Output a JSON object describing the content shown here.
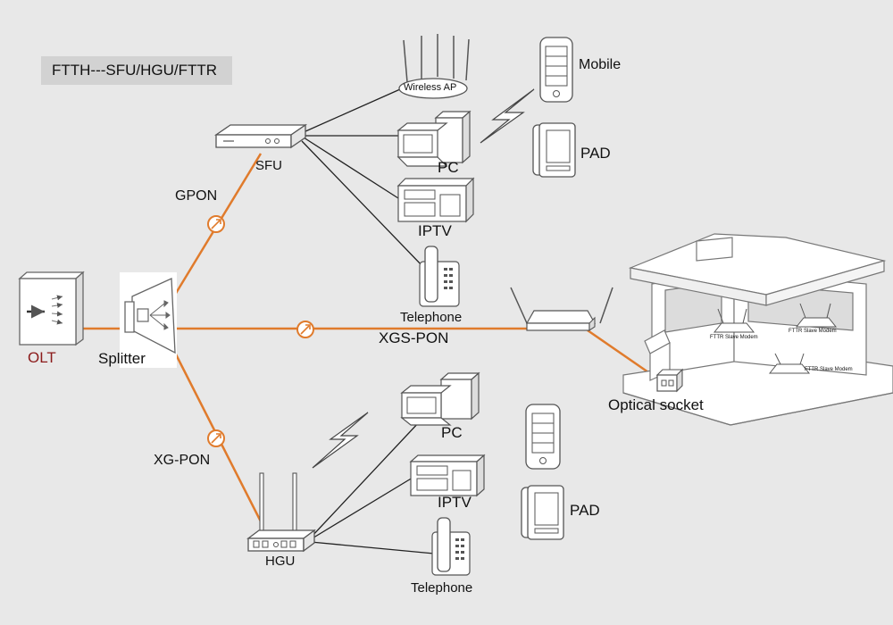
{
  "title": "FTTH---SFU/HGU/FTTR",
  "colors": {
    "background": "#e8e8e8",
    "fiber": "#e07b2c",
    "link": "#222222",
    "olt_label": "#8b1a1a",
    "device_fill": "#ffffff",
    "device_stroke": "#555555"
  },
  "nodes": {
    "olt": "OLT",
    "splitter": "Splitter",
    "sfu": "SFU",
    "hgu": "HGU",
    "wireless_ap": "Wireless AP",
    "pc_top": "PC",
    "iptv_top": "IPTV",
    "telephone_top": "Telephone",
    "mobile_top": "Mobile",
    "pad_top": "PAD",
    "pc_bottom": "PC",
    "iptv_bottom": "IPTV",
    "telephone_bottom": "Telephone",
    "pad_bottom": "PAD",
    "optical_socket": "Optical socket",
    "fttr_modem_1": "FTTR Slave Modem",
    "fttr_modem_2": "FTTR Slave Modem",
    "fttr_modem_3": "FTTR Slave Modem"
  },
  "links": {
    "gpon": "GPON",
    "xgs_pon": "XGS-PON",
    "xg_pon": "XG-PON"
  },
  "icons": [
    "olt-icon",
    "splitter-icon",
    "sfu-icon",
    "hgu-icon",
    "wireless-ap-icon",
    "pc-icon",
    "iptv-icon",
    "telephone-icon",
    "mobile-icon",
    "pad-icon",
    "fttr-router-icon",
    "house-icon",
    "optical-socket-icon",
    "wireless-signal-icon",
    "fiber-connector-icon"
  ]
}
